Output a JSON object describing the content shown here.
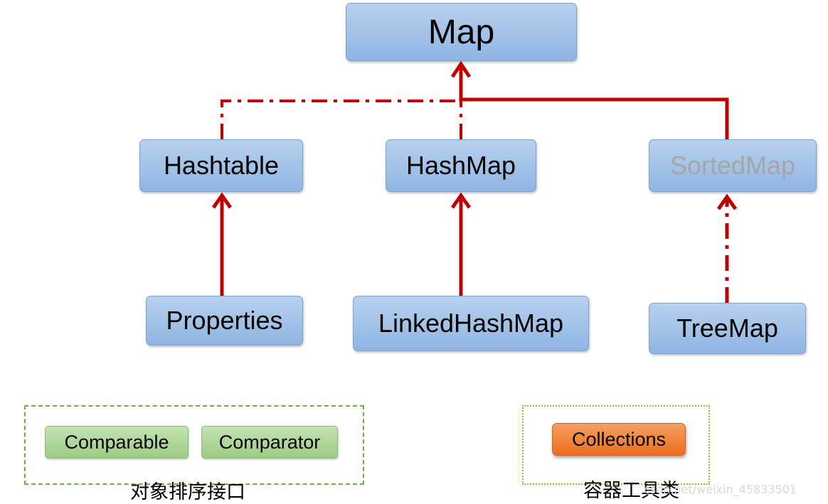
{
  "nodes": {
    "map": "Map",
    "hashtable": "Hashtable",
    "hashmap": "HashMap",
    "sortedmap": "SortedMap",
    "properties": "Properties",
    "linkedhashmap": "LinkedHashMap",
    "treemap": "TreeMap"
  },
  "sort_interfaces": {
    "caption": "对象排序接口",
    "items": [
      "Comparable",
      "Comparator"
    ]
  },
  "utility": {
    "caption": "容器工具类",
    "item": "Collections"
  },
  "watermark": "csdn.net/weixin_45833501",
  "colors": {
    "arrow": "#c00000",
    "box_fill": "#9dbfe8",
    "box_border": "#7da2ce",
    "green_fill": "#a9d18e",
    "orange_fill": "#ed7d31",
    "green_dash": "#70ad47",
    "disabled_text": "#a6a6a6"
  }
}
